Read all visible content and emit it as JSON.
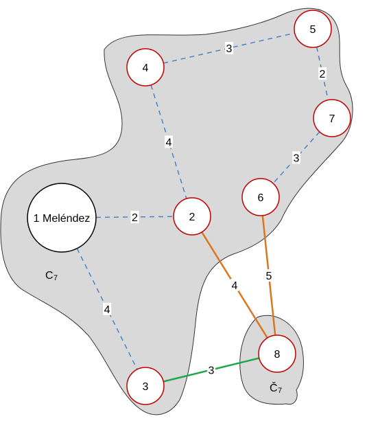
{
  "colors": {
    "region_fill": "#d9d9d9",
    "region_stroke": "#333333",
    "node_fill": "#ffffff",
    "node_stroke_red": "#c00000",
    "node_stroke_black": "#000000",
    "edge_dashed": "#4a7fc9",
    "edge_orange": "#d9771e",
    "edge_green": "#1fa84a"
  },
  "regions": [
    {
      "id": "c7",
      "label_main": "C",
      "label_sub": "7"
    },
    {
      "id": "c7caron",
      "label_main": "Č",
      "label_sub": "7"
    }
  ],
  "nodes": [
    {
      "id": "n1",
      "label": "1 Meléndez",
      "ring": "black"
    },
    {
      "id": "n2",
      "label": "2",
      "ring": "red"
    },
    {
      "id": "n3",
      "label": "3",
      "ring": "red"
    },
    {
      "id": "n4",
      "label": "4",
      "ring": "red"
    },
    {
      "id": "n5",
      "label": "5",
      "ring": "red"
    },
    {
      "id": "n6",
      "label": "6",
      "ring": "red"
    },
    {
      "id": "n7",
      "label": "7",
      "ring": "red"
    },
    {
      "id": "n8",
      "label": "8",
      "ring": "red"
    }
  ],
  "edges": [
    {
      "from": "n4",
      "to": "n5",
      "weight": "3",
      "style": "dashed"
    },
    {
      "from": "n5",
      "to": "n7",
      "weight": "2",
      "style": "dashed"
    },
    {
      "from": "n4",
      "to": "n2",
      "weight": "4",
      "style": "dashed"
    },
    {
      "from": "n7",
      "to": "n6",
      "weight": "3",
      "style": "dashed"
    },
    {
      "from": "n1",
      "to": "n2",
      "weight": "2",
      "style": "dashed"
    },
    {
      "from": "n1",
      "to": "n3",
      "weight": "4",
      "style": "dashed"
    },
    {
      "from": "n2",
      "to": "n8",
      "weight": "4",
      "style": "orange"
    },
    {
      "from": "n6",
      "to": "n8",
      "weight": "5",
      "style": "orange"
    },
    {
      "from": "n3",
      "to": "n8",
      "weight": "3",
      "style": "green"
    }
  ]
}
